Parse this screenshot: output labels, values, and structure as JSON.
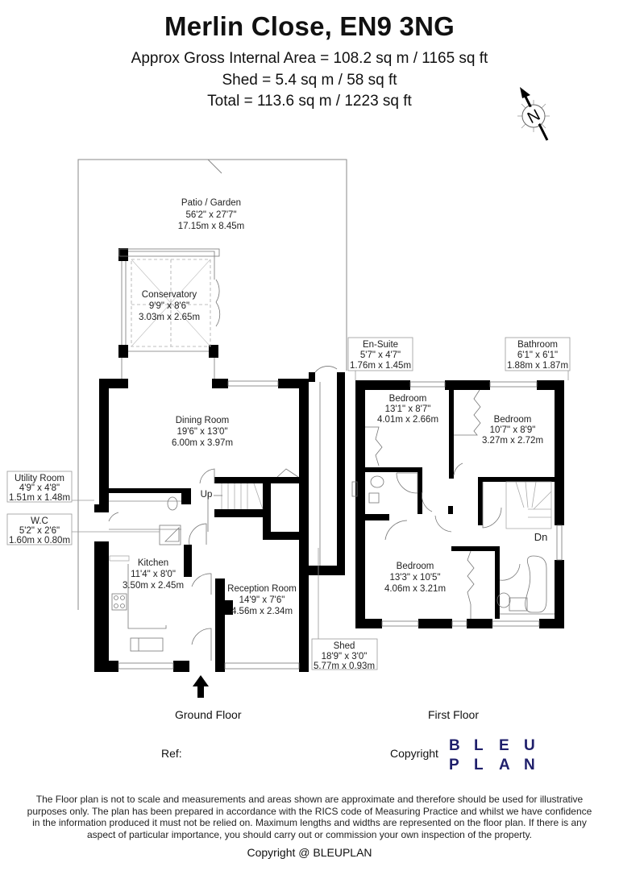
{
  "header": {
    "title": "Merlin Close, EN9 3NG",
    "gross_internal_area": "Approx Gross Internal Area = 108.2 sq m / 1165 sq ft",
    "shed_area": "Shed = 5.4 sq m / 58 sq ft",
    "total_area": "Total = 113.6 sq m / 1223 sq ft"
  },
  "compass": {
    "icon": "north-arrow-icon",
    "label": "N"
  },
  "ground_floor": {
    "label": "Ground Floor",
    "rooms": [
      {
        "name": "Patio / Garden",
        "imperial": "56'2\" x 27'7\"",
        "metric": "17.15m x 8.45m"
      },
      {
        "name": "Conservatory",
        "imperial": "9'9\" x 8'6\"",
        "metric": "3.03m x 2.65m"
      },
      {
        "name": "Dining Room",
        "imperial": "19'6\" x 13'0\"",
        "metric": "6.00m x 3.97m"
      },
      {
        "name": "Utility Room",
        "imperial": "4'9\" x 4'8\"",
        "metric": "1.51m x 1.48m"
      },
      {
        "name": "W.C",
        "imperial": "5'2\" x 2'6\"",
        "metric": "1.60m x 0.80m"
      },
      {
        "name": "Kitchen",
        "imperial": "11'4\" x 8'0\"",
        "metric": "3.50m x 2.45m"
      },
      {
        "name": "Reception Room",
        "imperial": "14'9\" x 7'6\"",
        "metric": "4.56m x 2.34m"
      },
      {
        "name": "Shed",
        "imperial": "18'9\" x 3'0\"",
        "metric": "5.77m x 0.93m"
      }
    ],
    "stairs_label": "Up"
  },
  "first_floor": {
    "label": "First Floor",
    "rooms": [
      {
        "name": "En-Suite",
        "imperial": "5'7\" x 4'7\"",
        "metric": "1.76m x 1.45m"
      },
      {
        "name": "Bathroom",
        "imperial": "6'1\" x 6'1\"",
        "metric": "1.88m x 1.87m"
      },
      {
        "name": "Bedroom",
        "imperial": "13'1\" x 8'7\"",
        "metric": "4.01m x 2.66m"
      },
      {
        "name": "Bedroom",
        "imperial": "10'7\" x 8'9\"",
        "metric": "3.27m x 2.72m"
      },
      {
        "name": "Bedroom",
        "imperial": "13'3\" x 10'5\"",
        "metric": "4.06m x 3.21m"
      }
    ],
    "stairs_label": "Dn"
  },
  "footer": {
    "ref_label": "Ref:",
    "copyright_label": "Copyright",
    "logo": {
      "line1": [
        "B",
        "L",
        "E",
        "U"
      ],
      "line2": [
        "P",
        "L",
        "A",
        "N"
      ],
      "color": "#1f1f6b"
    },
    "disclaimer": "The Floor plan is not to scale and measurements and areas shown are approximate and therefore should be used for illustrative purposes only. The plan has been prepared in accordance with the RICS code of Measuring Practice and whilst we have confidence in the information produced it must not be relied on. Maximum lengths and widths are represented on the floor plan. If there is any aspect of particular importance, you should carry out or commission your own inspection of the property.",
    "copyright_line": "Copyright @ BLEUPLAN"
  }
}
